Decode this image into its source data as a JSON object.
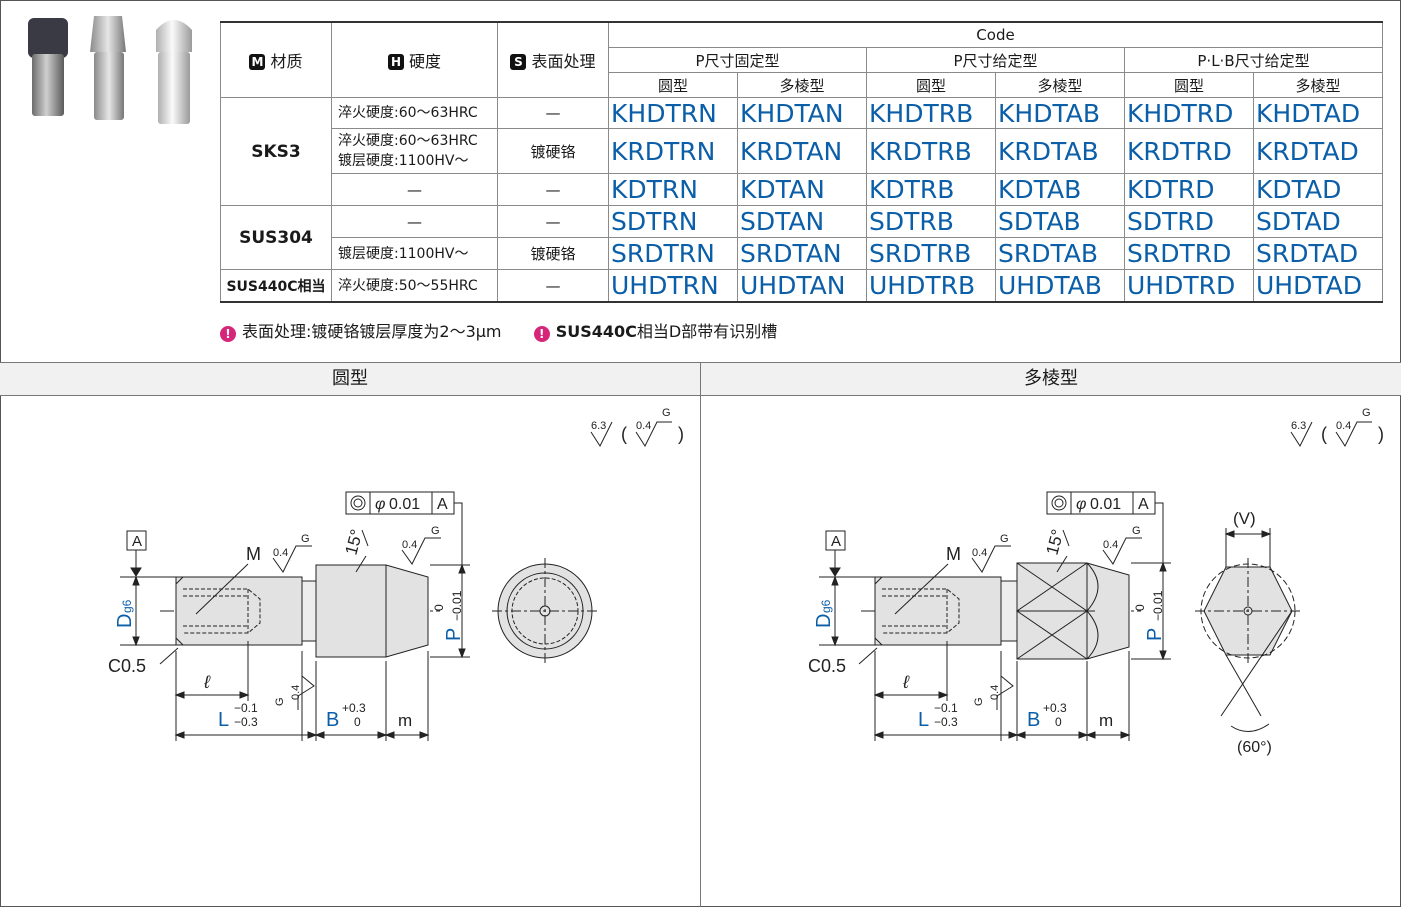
{
  "table": {
    "headers": {
      "material": "材质",
      "material_badge": "M",
      "hardness": "硬度",
      "hardness_badge": "H",
      "surface": "表面处理",
      "surface_badge": "S",
      "code": "Code",
      "group_fixed": "P尺寸固定型",
      "group_p_given": "P尺寸给定型",
      "group_plb_given": "P·L·B尺寸给定型",
      "round": "圆型",
      "poly": "多棱型"
    },
    "materials": {
      "sks3": "SKS3",
      "sus304": "SUS304",
      "sus440c": "SUS440C相当"
    },
    "rows": [
      {
        "hardness": "淬火硬度:60～63HRC",
        "hardness2": "",
        "surface": "—",
        "codes": [
          "KHDTRN",
          "KHDTAN",
          "KHDTRB",
          "KHDTAB",
          "KHDTRD",
          "KHDTAD"
        ]
      },
      {
        "hardness": "淬火硬度:60～63HRC",
        "hardness2": "镀层硬度:1100HV～",
        "surface": "镀硬铬",
        "codes": [
          "KRDTRN",
          "KRDTAN",
          "KRDTRB",
          "KRDTAB",
          "KRDTRD",
          "KRDTAD"
        ]
      },
      {
        "hardness": "—",
        "hardness2": "",
        "surface": "—",
        "codes": [
          "KDTRN",
          "KDTAN",
          "KDTRB",
          "KDTAB",
          "KDTRD",
          "KDTAD"
        ]
      },
      {
        "hardness": "—",
        "hardness2": "",
        "surface": "—",
        "codes": [
          "SDTRN",
          "SDTAN",
          "SDTRB",
          "SDTAB",
          "SDTRD",
          "SDTAD"
        ]
      },
      {
        "hardness": "镀层硬度:1100HV～",
        "hardness2": "",
        "surface": "镀硬铬",
        "codes": [
          "SRDTRN",
          "SRDTAN",
          "SRDTRB",
          "SRDTAB",
          "SRDTRD",
          "SRDTAD"
        ]
      },
      {
        "hardness": "淬火硬度:50～55HRC",
        "hardness2": "",
        "surface": "—",
        "codes": [
          "UHDTRN",
          "UHDTAN",
          "UHDTRB",
          "UHDTAB",
          "UHDTRD",
          "UHDTAD"
        ]
      }
    ]
  },
  "notes": {
    "note1": "表面处理:镀硬铬镀层厚度为2～3μm",
    "note2_bold": "SUS440C",
    "note2_rest": "相当D部带有识别槽"
  },
  "panels": {
    "round_title": "圆型",
    "poly_title": "多棱型"
  },
  "drawing": {
    "roughness_main": "6.3",
    "roughness_sub": "0.4",
    "grade_g": "G",
    "tolerance": "0.01",
    "phi": "φ",
    "datum": "A",
    "label_m": "M",
    "label_d": "D",
    "label_d_sub": "g6",
    "label_p": "P",
    "label_p_up": "0",
    "label_p_low": "−0.01",
    "label_c": "C0.5",
    "label_l_small": "ℓ",
    "label_l": "L",
    "label_l_up": "−0.1",
    "label_l_low": "−0.3",
    "label_b": "B",
    "label_b_up": "+0.3",
    "label_b_low": "0",
    "label_m_small": "m",
    "angle_15": "15°",
    "label_v": "(V)",
    "angle_60": "(60°)"
  },
  "colors": {
    "code_blue": "#0b5ea8",
    "dim_blue": "#0b5ea8",
    "warn_pink": "#d6267a"
  }
}
